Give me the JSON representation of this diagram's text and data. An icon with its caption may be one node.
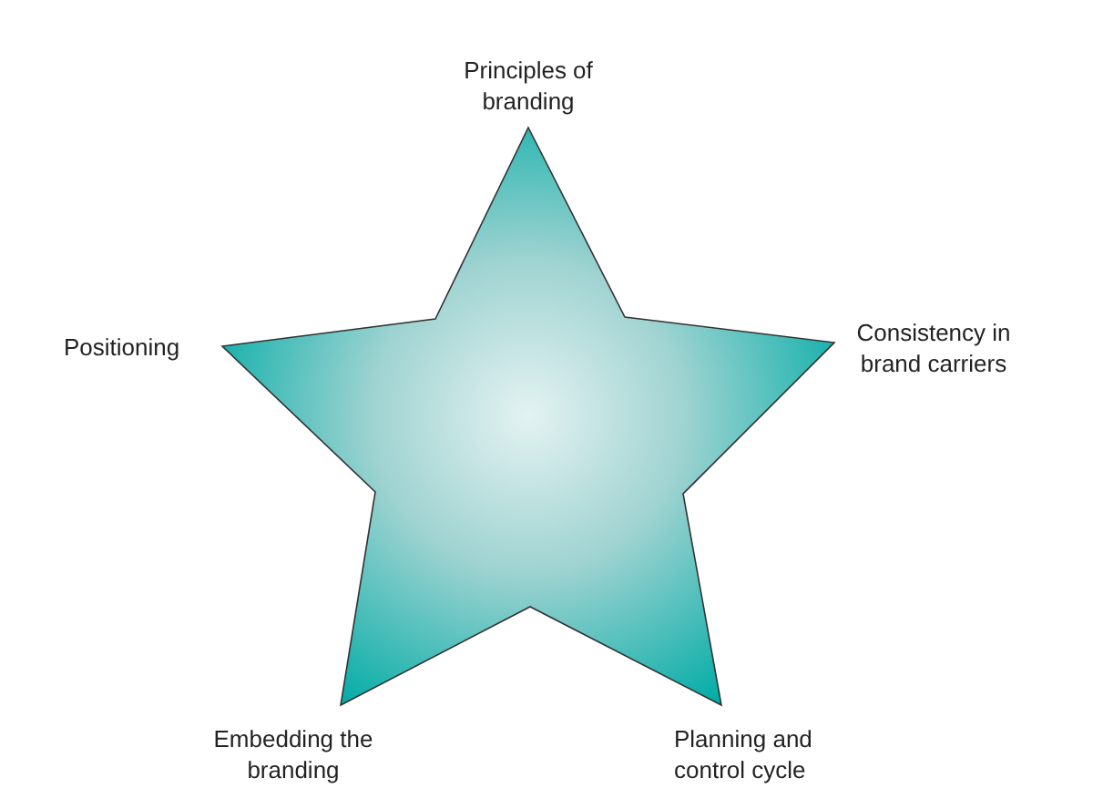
{
  "diagram": {
    "labels": [
      "Principles of branding",
      "Positioning",
      "Consistency in brand carriers",
      "Embedding the branding",
      "Planning and control cycle"
    ]
  }
}
